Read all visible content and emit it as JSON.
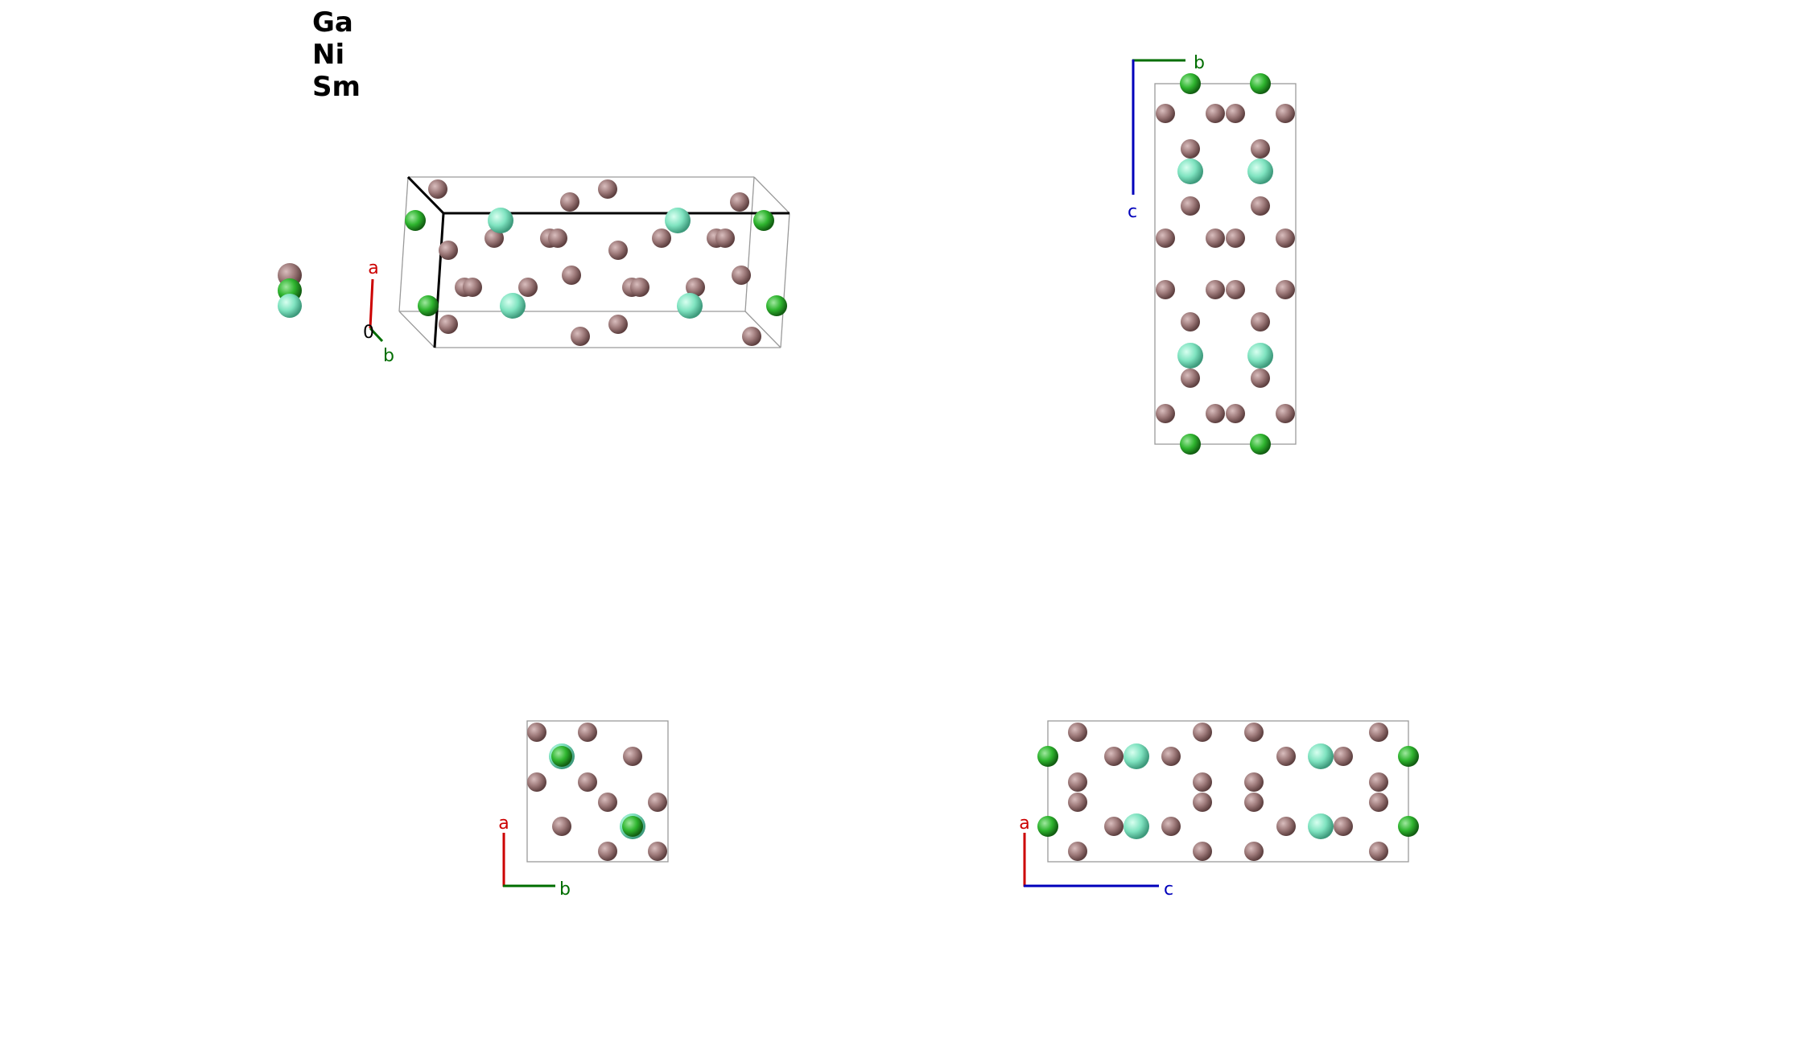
{
  "legend": [
    "Ga",
    "Ni",
    "Sm"
  ],
  "colors": {
    "Ga": "#9c7878",
    "Ni": "#7fe3c0",
    "Sm": "#2fb52f",
    "axis_a": "#cc0000",
    "axis_b": "#006e00",
    "axis_c": "#0000bb",
    "cell": "#9a9a9a"
  },
  "views": {
    "perspective": {
      "axes": {
        "a": "a",
        "b": "b",
        "origin": "0"
      }
    },
    "bc": {
      "axes": {
        "b": "b",
        "c": "c"
      }
    },
    "ab": {
      "axes": {
        "a": "a",
        "b": "b"
      }
    },
    "ac": {
      "axes": {
        "a": "a",
        "c": "c"
      }
    }
  }
}
